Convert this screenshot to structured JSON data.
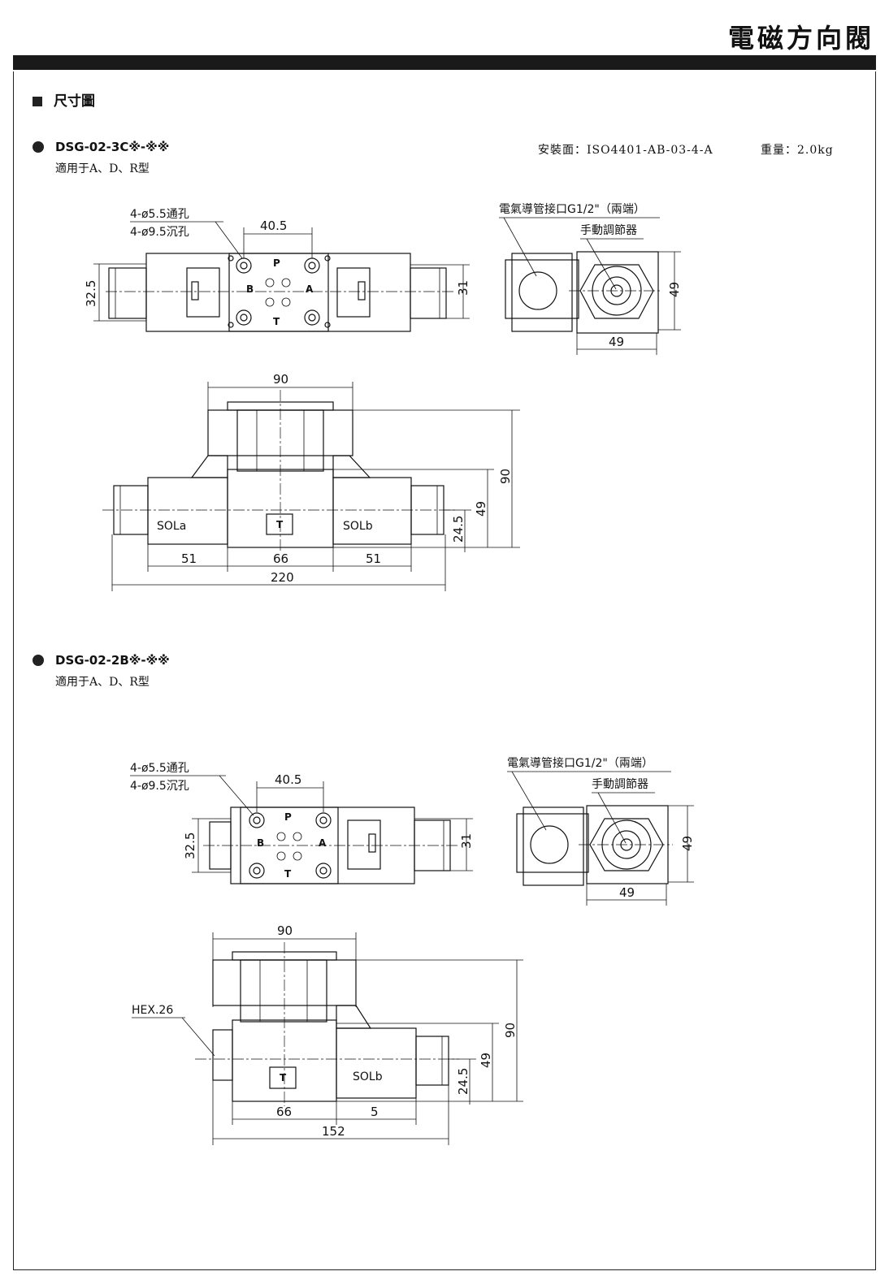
{
  "header": {
    "title": "電磁方向閥"
  },
  "section": {
    "label": "尺寸圖"
  },
  "spec": {
    "mounting": "安裝面：ISO4401-AB-03-4-A",
    "weight": "重量：2.0kg"
  },
  "models": [
    {
      "model": "DSG-02-3C※-※※",
      "applies": "適用于A、D、R型",
      "hole_note_1": "4-ø5.5通孔",
      "hole_note_2": "4-ø9.5沉孔",
      "conduit_note": "電氣導管接口G1/2\"（兩端）",
      "manual_note": "手動調節器",
      "ports": {
        "p": "P",
        "a": "A",
        "b": "B",
        "t": "T"
      },
      "sol_a": "SOLa",
      "sol_b": "SOLb",
      "dims": {
        "d405": "40.5",
        "d325": "32.5",
        "d31": "31",
        "d49r": "49",
        "d49b": "49",
        "d90t": "90",
        "d90r": "90",
        "d49s": "49",
        "d245": "24.5",
        "d51a": "51",
        "d66": "66",
        "d51b": "51",
        "d220": "220"
      }
    },
    {
      "model": "DSG-02-2B※-※※",
      "applies": "適用于A、D、R型",
      "hole_note_1": "4-ø5.5通孔",
      "hole_note_2": "4-ø9.5沉孔",
      "conduit_note": "電氣導管接口G1/2\"（兩端）",
      "manual_note": "手動調節器",
      "ports": {
        "p": "P",
        "a": "A",
        "b": "B",
        "t": "T"
      },
      "sol_b": "SOLb",
      "hex": "HEX.26",
      "dims": {
        "d405": "40.5",
        "d325": "32.5",
        "d31": "31",
        "d49r": "49",
        "d49b": "49",
        "d90t": "90",
        "d90r": "90",
        "d49s": "49",
        "d245": "24.5",
        "d66": "66",
        "d5": "5",
        "d152": "152"
      }
    }
  ]
}
